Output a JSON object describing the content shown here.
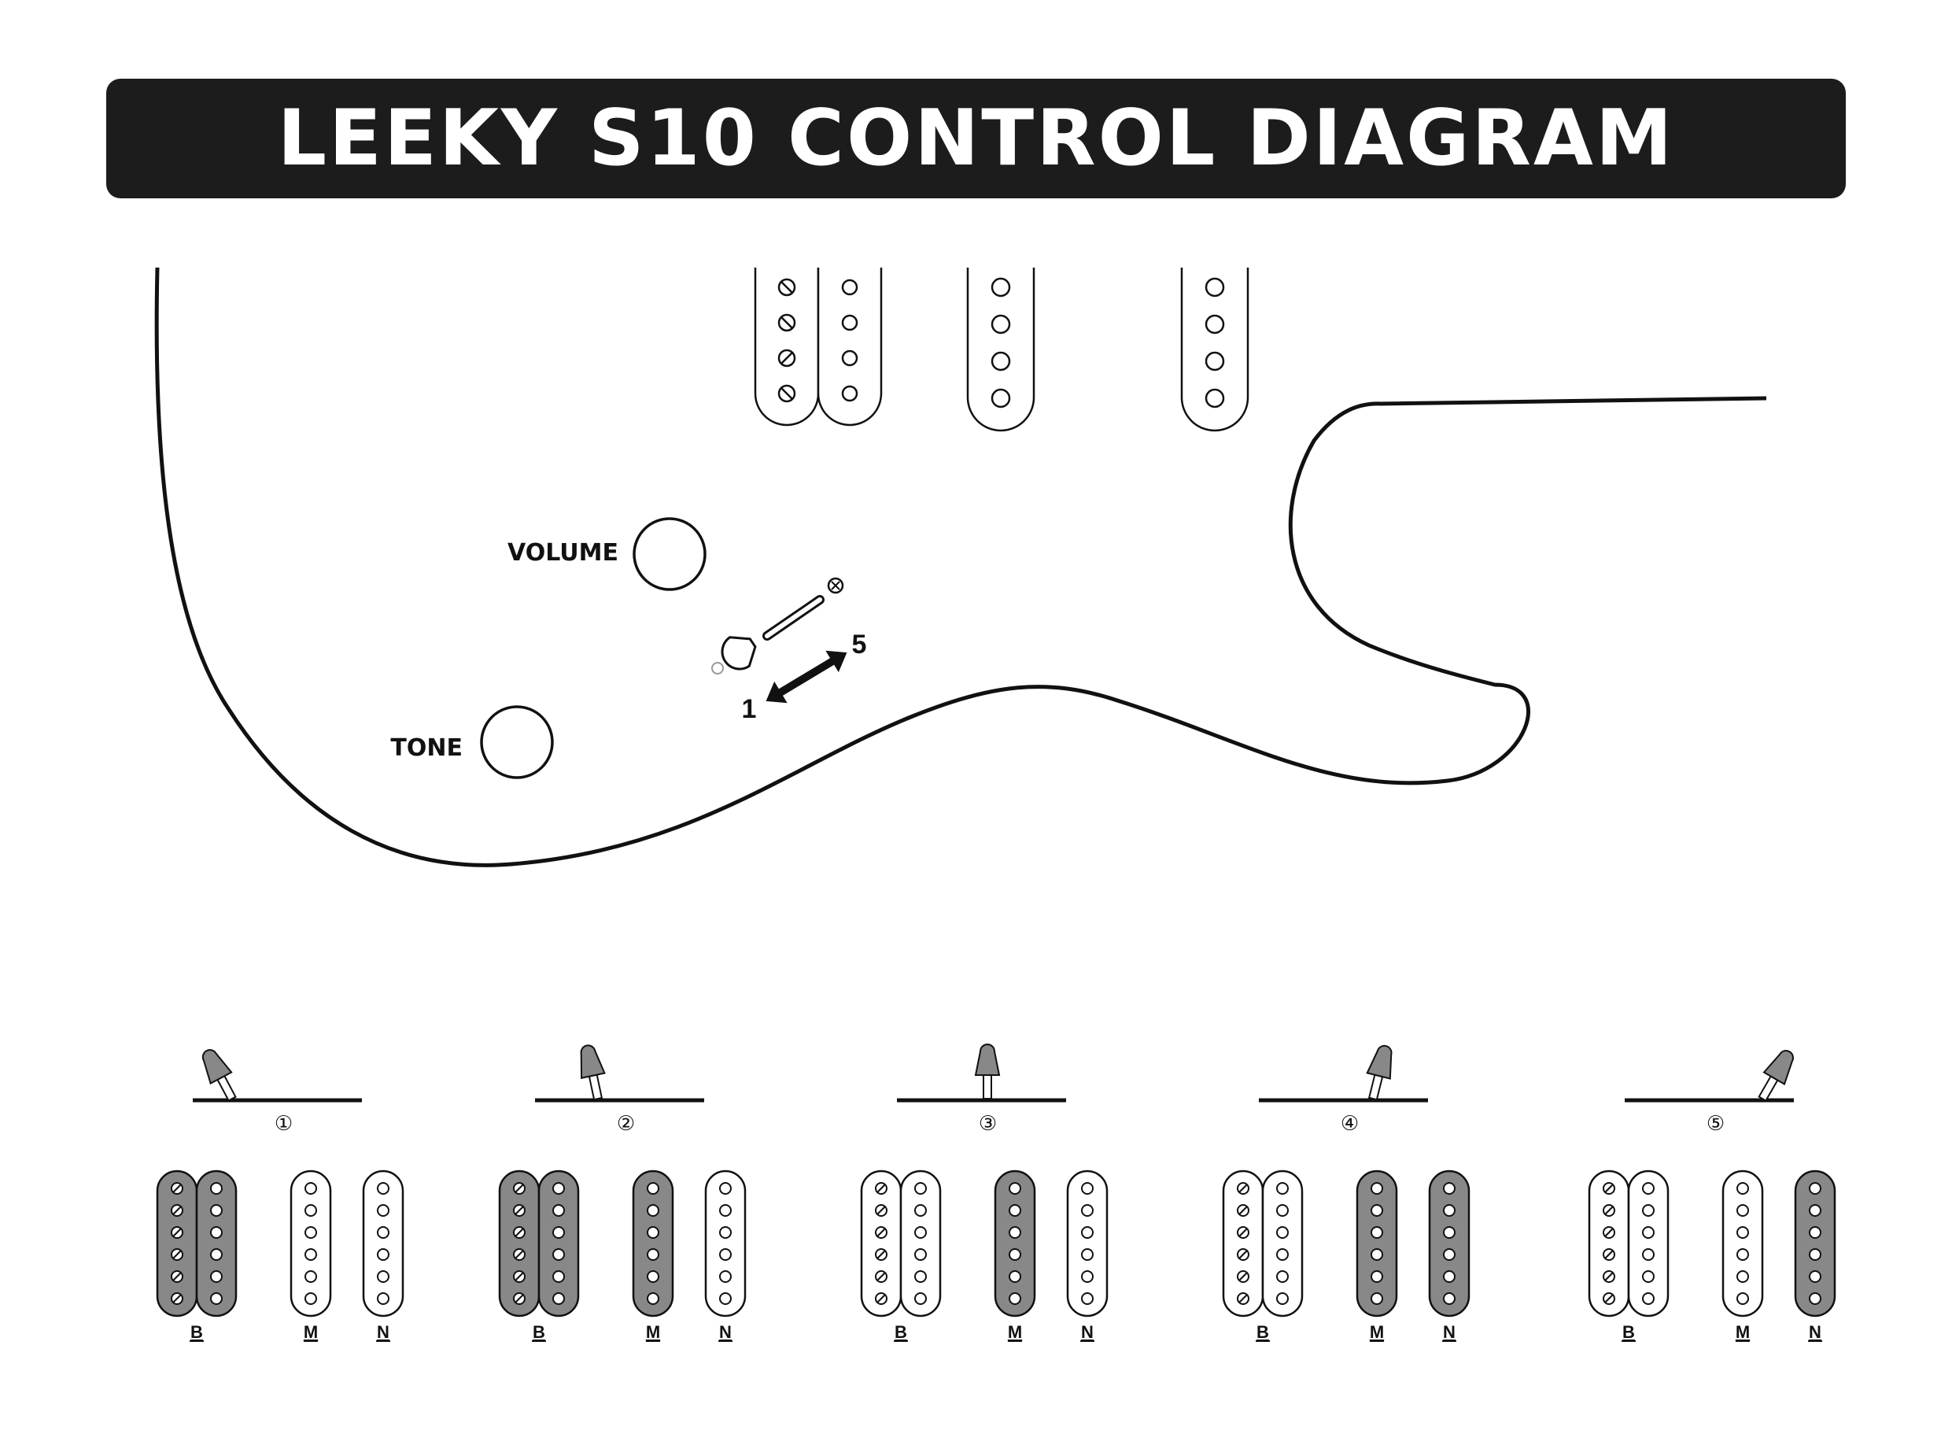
{
  "title": "LEEKY S10 CONTROL DIAGRAM",
  "colors": {
    "bar": "#1c1c1c",
    "active": "#888888",
    "inactive": "#ffffff",
    "line": "#111111"
  },
  "controls": {
    "volume_label": "VOLUME",
    "tone_label": "TONE"
  },
  "selector": {
    "low_label": "1",
    "high_label": "5"
  },
  "pickup_letters": {
    "bridge": "B",
    "middle": "M",
    "neck": "N"
  },
  "positions": [
    {
      "label": "①",
      "active": [
        "B"
      ]
    },
    {
      "label": "②",
      "active": [
        "B",
        "M"
      ]
    },
    {
      "label": "③",
      "active": [
        "M"
      ]
    },
    {
      "label": "④",
      "active": [
        "M",
        "N"
      ]
    },
    {
      "label": "⑤",
      "active": [
        "N"
      ]
    }
  ]
}
